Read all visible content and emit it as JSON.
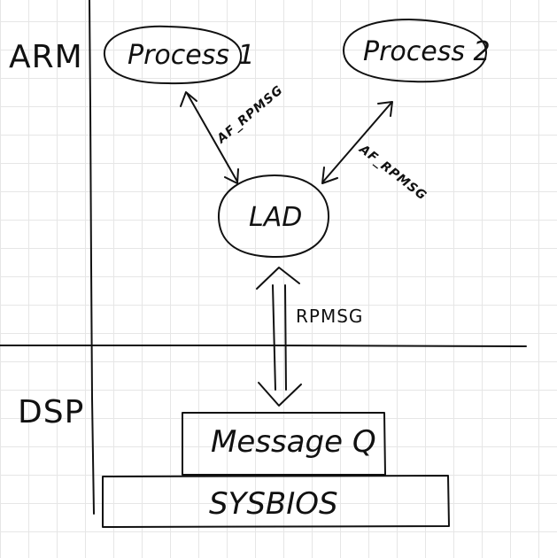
{
  "regions": {
    "arm_label": "ARM",
    "dsp_label": "DSP"
  },
  "nodes": {
    "process1": "Process 1",
    "process2": "Process 2",
    "lad": "LAD",
    "message_q": "Message Q",
    "sysbios": "SYSBIOS"
  },
  "edges": {
    "p1_lad": "AF_RPMSG",
    "p2_lad": "AF_RPMSG",
    "lad_msgq": "RPMSG"
  }
}
